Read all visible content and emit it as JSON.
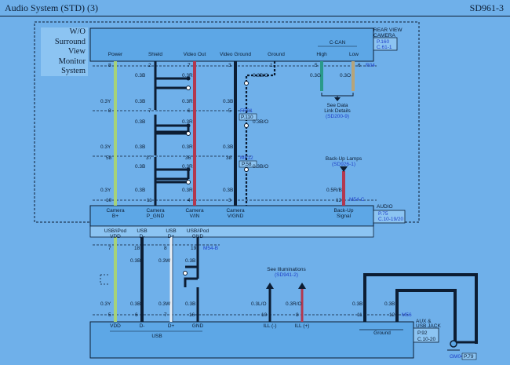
{
  "header": {
    "title": "Audio System (STD) (3)",
    "code": "SD961-3"
  },
  "wo_label": {
    "line1": "W/O",
    "line2": "Surround",
    "line3": "View",
    "line4": "Monitor",
    "line5": "System"
  },
  "camera": {
    "name_line1": "REAR VIEW",
    "name_line2": "CAMERA",
    "ref1": "P.160",
    "ref2": "C.61-1",
    "ccan": "C-CAN",
    "pins": {
      "power": "Power",
      "shield": "Shield",
      "video_out": "Video Out",
      "video_ground": "Video Ground",
      "ground": "Ground",
      "high": "High",
      "low": "Low"
    },
    "pin_nums": [
      "8",
      "2",
      "7",
      "3",
      "1",
      "5",
      "6"
    ],
    "conn": "R04"
  },
  "can": {
    "wire_high": "0.3G",
    "wire_low": "0.3O",
    "note1": "See Data",
    "note2": "Link Details",
    "note3": "(SD200-9)"
  },
  "splice": {
    "row1": [
      "8",
      "7",
      "6",
      "5"
    ],
    "row2": [
      "58",
      "37",
      "36",
      "38"
    ],
    "fr": "FR31",
    "fr_ref": "P.110",
    "mf": "MF12",
    "mf_ref": "P.58"
  },
  "wires": {
    "y": "0.3Y",
    "b": "0.3B",
    "r": "0.3R",
    "bo": "0.3B/O",
    "rb": "0.5R/B",
    "w": "0.3W",
    "lo": "0.3L/O",
    "ro": "0.3R/O"
  },
  "backup": {
    "label1": "Back-Up Lamps",
    "label2": "(SD926-1)",
    "conn": "M54-C"
  },
  "audio": {
    "name": "AUDIO",
    "ref1": "P.75",
    "ref2": "C.10-19/20",
    "top_pins": [
      "10",
      "11",
      "4",
      "3",
      "12"
    ],
    "labels": [
      [
        "Camera",
        "B+"
      ],
      [
        "Camera",
        "P_GND"
      ],
      [
        "Camera",
        "V/IN"
      ],
      [
        "Camera",
        "V/GND"
      ],
      [
        "Back-Up",
        "Signal"
      ]
    ],
    "bottom_labels": [
      [
        "USB/iPod",
        "VDD"
      ],
      [
        "USB",
        "D-"
      ],
      [
        "USB",
        "D+"
      ],
      [
        "USB/iPod",
        "GND"
      ]
    ],
    "bottom_pins": [
      "7",
      "18",
      "8",
      "19"
    ],
    "bottom_conn": "M54-B"
  },
  "illum": {
    "label1": "See Illuminations",
    "label2": "(SD941-2)"
  },
  "usb": {
    "name1": "AUX &",
    "name2": "USB JACK",
    "ref1": "P.92",
    "ref2": "C.10-20",
    "pins": [
      "5",
      "6",
      "7",
      "16",
      "10",
      "8",
      "11",
      "12"
    ],
    "labels": [
      "VDD",
      "D-",
      "D+",
      "GND",
      "ILL (-)",
      "ILL (+)",
      "Ground"
    ],
    "group": "USB",
    "conn": "M56",
    "ground": "GM04",
    "ground_ref": "P.79"
  }
}
